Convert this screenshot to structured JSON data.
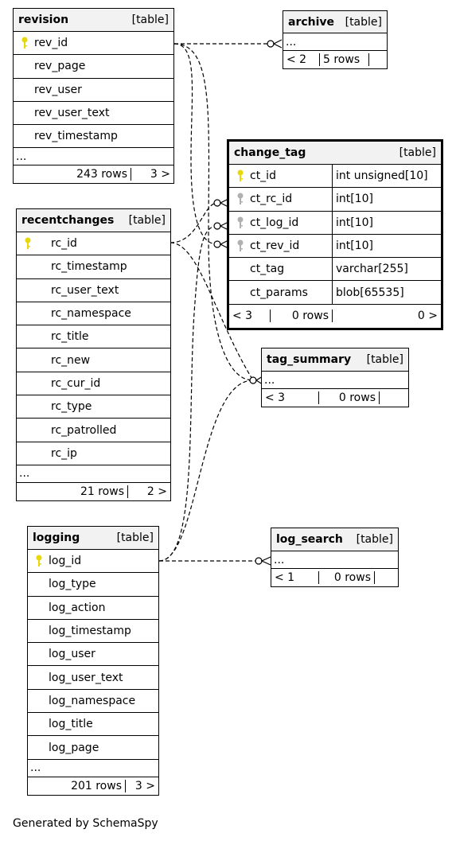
{
  "tables": {
    "revision": {
      "name": "revision",
      "type": "[table]",
      "columns": [
        "rev_id",
        "rev_page",
        "rev_user",
        "rev_user_text",
        "rev_timestamp"
      ],
      "ellipsis": "...",
      "footer": [
        "",
        "243 rows",
        "3 >"
      ]
    },
    "archive": {
      "name": "archive",
      "type": "[table]",
      "ellipsis": "...",
      "footer": [
        "< 2",
        "5 rows",
        ""
      ]
    },
    "change_tag": {
      "name": "change_tag",
      "type": "[table]",
      "columns": [
        {
          "name": "ct_id",
          "type": "int unsigned[10]"
        },
        {
          "name": "ct_rc_id",
          "type": "int[10]"
        },
        {
          "name": "ct_log_id",
          "type": "int[10]"
        },
        {
          "name": "ct_rev_id",
          "type": "int[10]"
        },
        {
          "name": "ct_tag",
          "type": "varchar[255]"
        },
        {
          "name": "ct_params",
          "type": "blob[65535]"
        }
      ],
      "footer": [
        "< 3",
        "0 rows",
        "0 >"
      ]
    },
    "recentchanges": {
      "name": "recentchanges",
      "type": "[table]",
      "columns": [
        "rc_id",
        "rc_timestamp",
        "rc_user_text",
        "rc_namespace",
        "rc_title",
        "rc_new",
        "rc_cur_id",
        "rc_type",
        "rc_patrolled",
        "rc_ip"
      ],
      "ellipsis": "...",
      "footer": [
        "",
        "21 rows",
        "2 >"
      ]
    },
    "tag_summary": {
      "name": "tag_summary",
      "type": "[table]",
      "ellipsis": "...",
      "footer": [
        "< 3",
        "0 rows",
        ""
      ]
    },
    "logging": {
      "name": "logging",
      "type": "[table]",
      "columns": [
        "log_id",
        "log_type",
        "log_action",
        "log_timestamp",
        "log_user",
        "log_user_text",
        "log_namespace",
        "log_title",
        "log_page"
      ],
      "ellipsis": "...",
      "footer": [
        "",
        "201 rows",
        "3 >"
      ]
    },
    "log_search": {
      "name": "log_search",
      "type": "[table]",
      "ellipsis": "...",
      "footer": [
        "< 1",
        "0 rows",
        ""
      ]
    }
  },
  "generated": "Generated by SchemaSpy",
  "colors": {
    "primary_key": "#e8d80a",
    "foreign_key": "#b0b0b0",
    "header_bg": "#f2f2f2"
  }
}
